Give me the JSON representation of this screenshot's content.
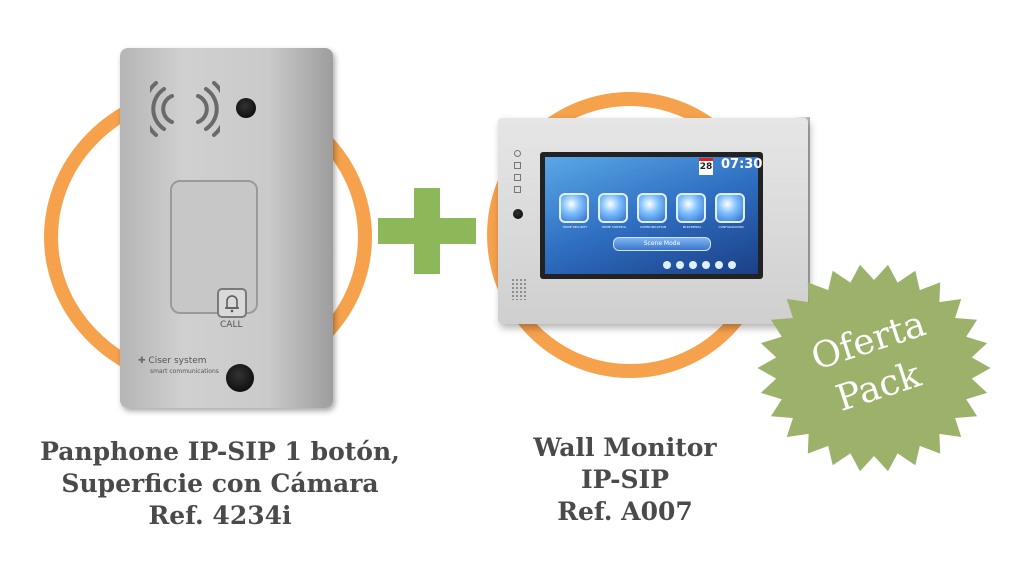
{
  "products": {
    "panphone": {
      "caption_line1": "Panphone IP-SIP 1 botón,",
      "caption_line2": "Superficie con Cámara",
      "caption_line3": "Ref. 4234i",
      "button_label": "CALL",
      "brand": "Ciser system",
      "brand_sub": "smart communications"
    },
    "monitor": {
      "caption_line1": "Wall Monitor",
      "caption_line2": "IP-SIP",
      "caption_line3": "Ref. A007",
      "screen_date": "28",
      "screen_time": "07:30",
      "scene_button": "Scene Mode",
      "app_labels": [
        "HOME SECURITY",
        "HOME CONTROL",
        "COMMUNICATION",
        "MULTIMEDIA",
        "CONFIGURATION"
      ]
    }
  },
  "badge": {
    "line1": "Oferta",
    "line2": "Pack"
  },
  "colors": {
    "ring": "#f6a24c",
    "plus": "#8db85a",
    "badge": "#9cb26a",
    "caption": "#4a4a4a"
  },
  "icons": [
    "rfid-waves-icon",
    "bell-icon",
    "plus-icon"
  ]
}
